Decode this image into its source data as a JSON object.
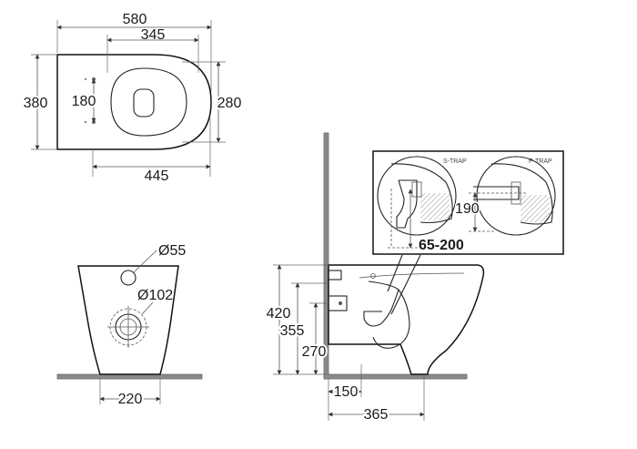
{
  "plan_view": {
    "dimensions": {
      "overall_length": "580",
      "inner_length": "345",
      "overall_width": "380",
      "rim_width": "280",
      "bolt_spacing": "180",
      "base_length": "445"
    }
  },
  "front_view": {
    "dimensions": {
      "inlet_diameter": "Ø55",
      "outlet_diameter": "Ø102",
      "base_width": "220"
    }
  },
  "side_view": {
    "dimensions": {
      "inlet_height": "420",
      "outlet_height": "355",
      "bracket_height": "270",
      "wall_to_outlet": "150",
      "wall_to_front": "365"
    },
    "detail": {
      "s_trap_label": "S-TRAP",
      "p_trap_label": "P-TRAP",
      "p_trap_height": "190",
      "s_trap_range": "65-200"
    }
  },
  "colors": {
    "line": "#222222",
    "wall": "#8a8a8a",
    "background": "#ffffff"
  }
}
